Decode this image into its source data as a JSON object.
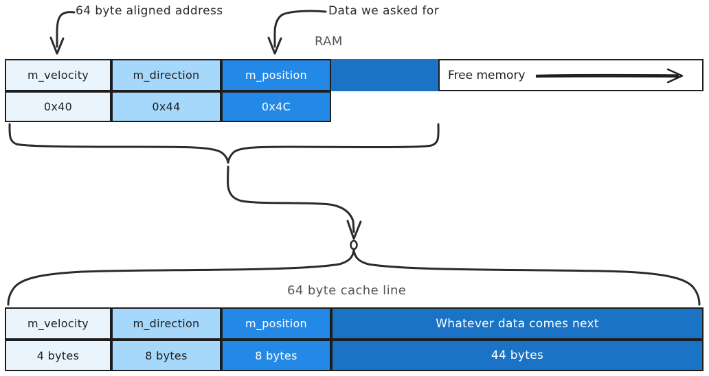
{
  "diagram": {
    "title_ram": "RAM",
    "title_cacheline": "64 byte cache line",
    "callouts": [
      {
        "id": "aligned",
        "text": "64 byte aligned address"
      },
      {
        "id": "asked",
        "text": "Data we asked for"
      }
    ],
    "ram_strip": {
      "name_row": [
        {
          "label": "m_velocity",
          "color": "#eaf4fd"
        },
        {
          "label": "m_direction",
          "color": "#a5d8fb"
        },
        {
          "label": "m_position",
          "color": "#2489e6"
        },
        {
          "label": "",
          "color": "#1a73c4"
        }
      ],
      "address_row": [
        {
          "label": "0x40",
          "color": "#eaf4fd"
        },
        {
          "label": "0x44",
          "color": "#a5d8fb"
        },
        {
          "label": "0x4C",
          "color": "#2489e6"
        }
      ],
      "free_memory": {
        "label": "Free memory",
        "arrow": "right-arrow-icon"
      }
    },
    "cache_strip": {
      "name_row": [
        {
          "label": "m_velocity",
          "color": "#eaf4fd"
        },
        {
          "label": "m_direction",
          "color": "#a5d8fb"
        },
        {
          "label": "m_position",
          "color": "#2489e6"
        },
        {
          "label": "Whatever data comes next",
          "color": "#1a73c4"
        }
      ],
      "size_row": [
        {
          "label": "4 bytes",
          "color": "#eaf4fd"
        },
        {
          "label": "8 bytes",
          "color": "#a5d8fb"
        },
        {
          "label": "8 bytes",
          "color": "#2489e6"
        },
        {
          "label": "44 bytes",
          "color": "#1a73c4"
        }
      ]
    },
    "colors": {
      "velocity": "#eaf4fd",
      "direction": "#a5d8fb",
      "position": "#2489e6",
      "next": "#1a73c4",
      "ink": "#2b2b2b",
      "muted_text": "#555555"
    }
  }
}
